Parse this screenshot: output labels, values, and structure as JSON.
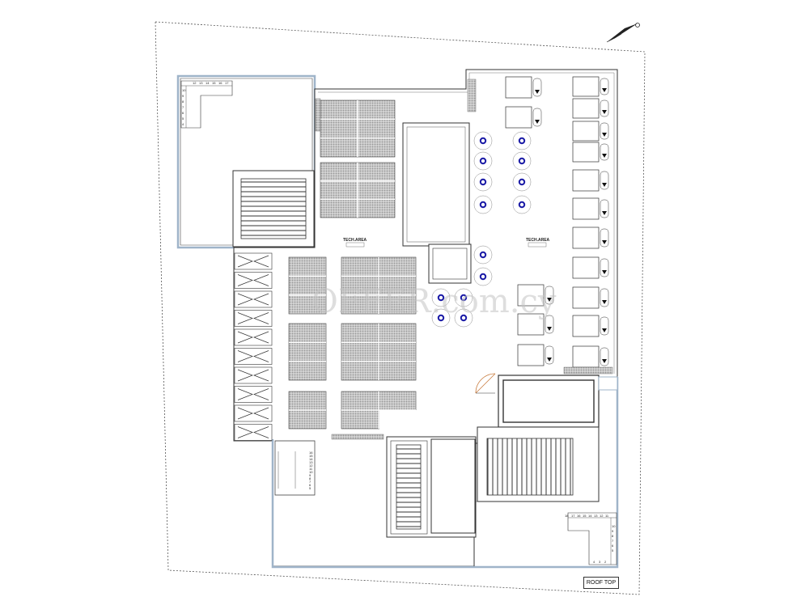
{
  "labels": {
    "tech_area_left": "TECH.AREA",
    "tech_area_right": "TECH.AREA",
    "roof_top": "ROOF TOP",
    "watermark": "OFFER.com.cy"
  },
  "stair_top_left": {
    "row_top": [
      "12",
      "13",
      "14",
      "15",
      "16",
      "17"
    ],
    "col_left": [
      "10",
      "9",
      "8",
      "7",
      "6",
      "5",
      "4"
    ]
  },
  "stair_center": {
    "col_right": [
      "16",
      "15",
      "14",
      "13",
      "12",
      "11",
      "10",
      "9",
      "8",
      "7",
      "6",
      "5"
    ]
  },
  "stair_bottom_right": {
    "row_top": [
      "18",
      "17",
      "16",
      "15",
      "14",
      "13",
      "12",
      "11"
    ],
    "col_right": [
      "10",
      "9",
      "8",
      "7",
      "6",
      "5"
    ],
    "row_bottom": [
      "4",
      "3",
      "2"
    ]
  },
  "colors": {
    "wall_outline": "#333333",
    "slab_blue": "#9fb4c9",
    "unit_marker": "#1a1aa6",
    "panel_fill": "#cfcfcf",
    "watermark": "#c4c4c4"
  },
  "icons": {
    "north_arrow": "north-arrow-icon",
    "door_swing": "door-swing-icon"
  }
}
